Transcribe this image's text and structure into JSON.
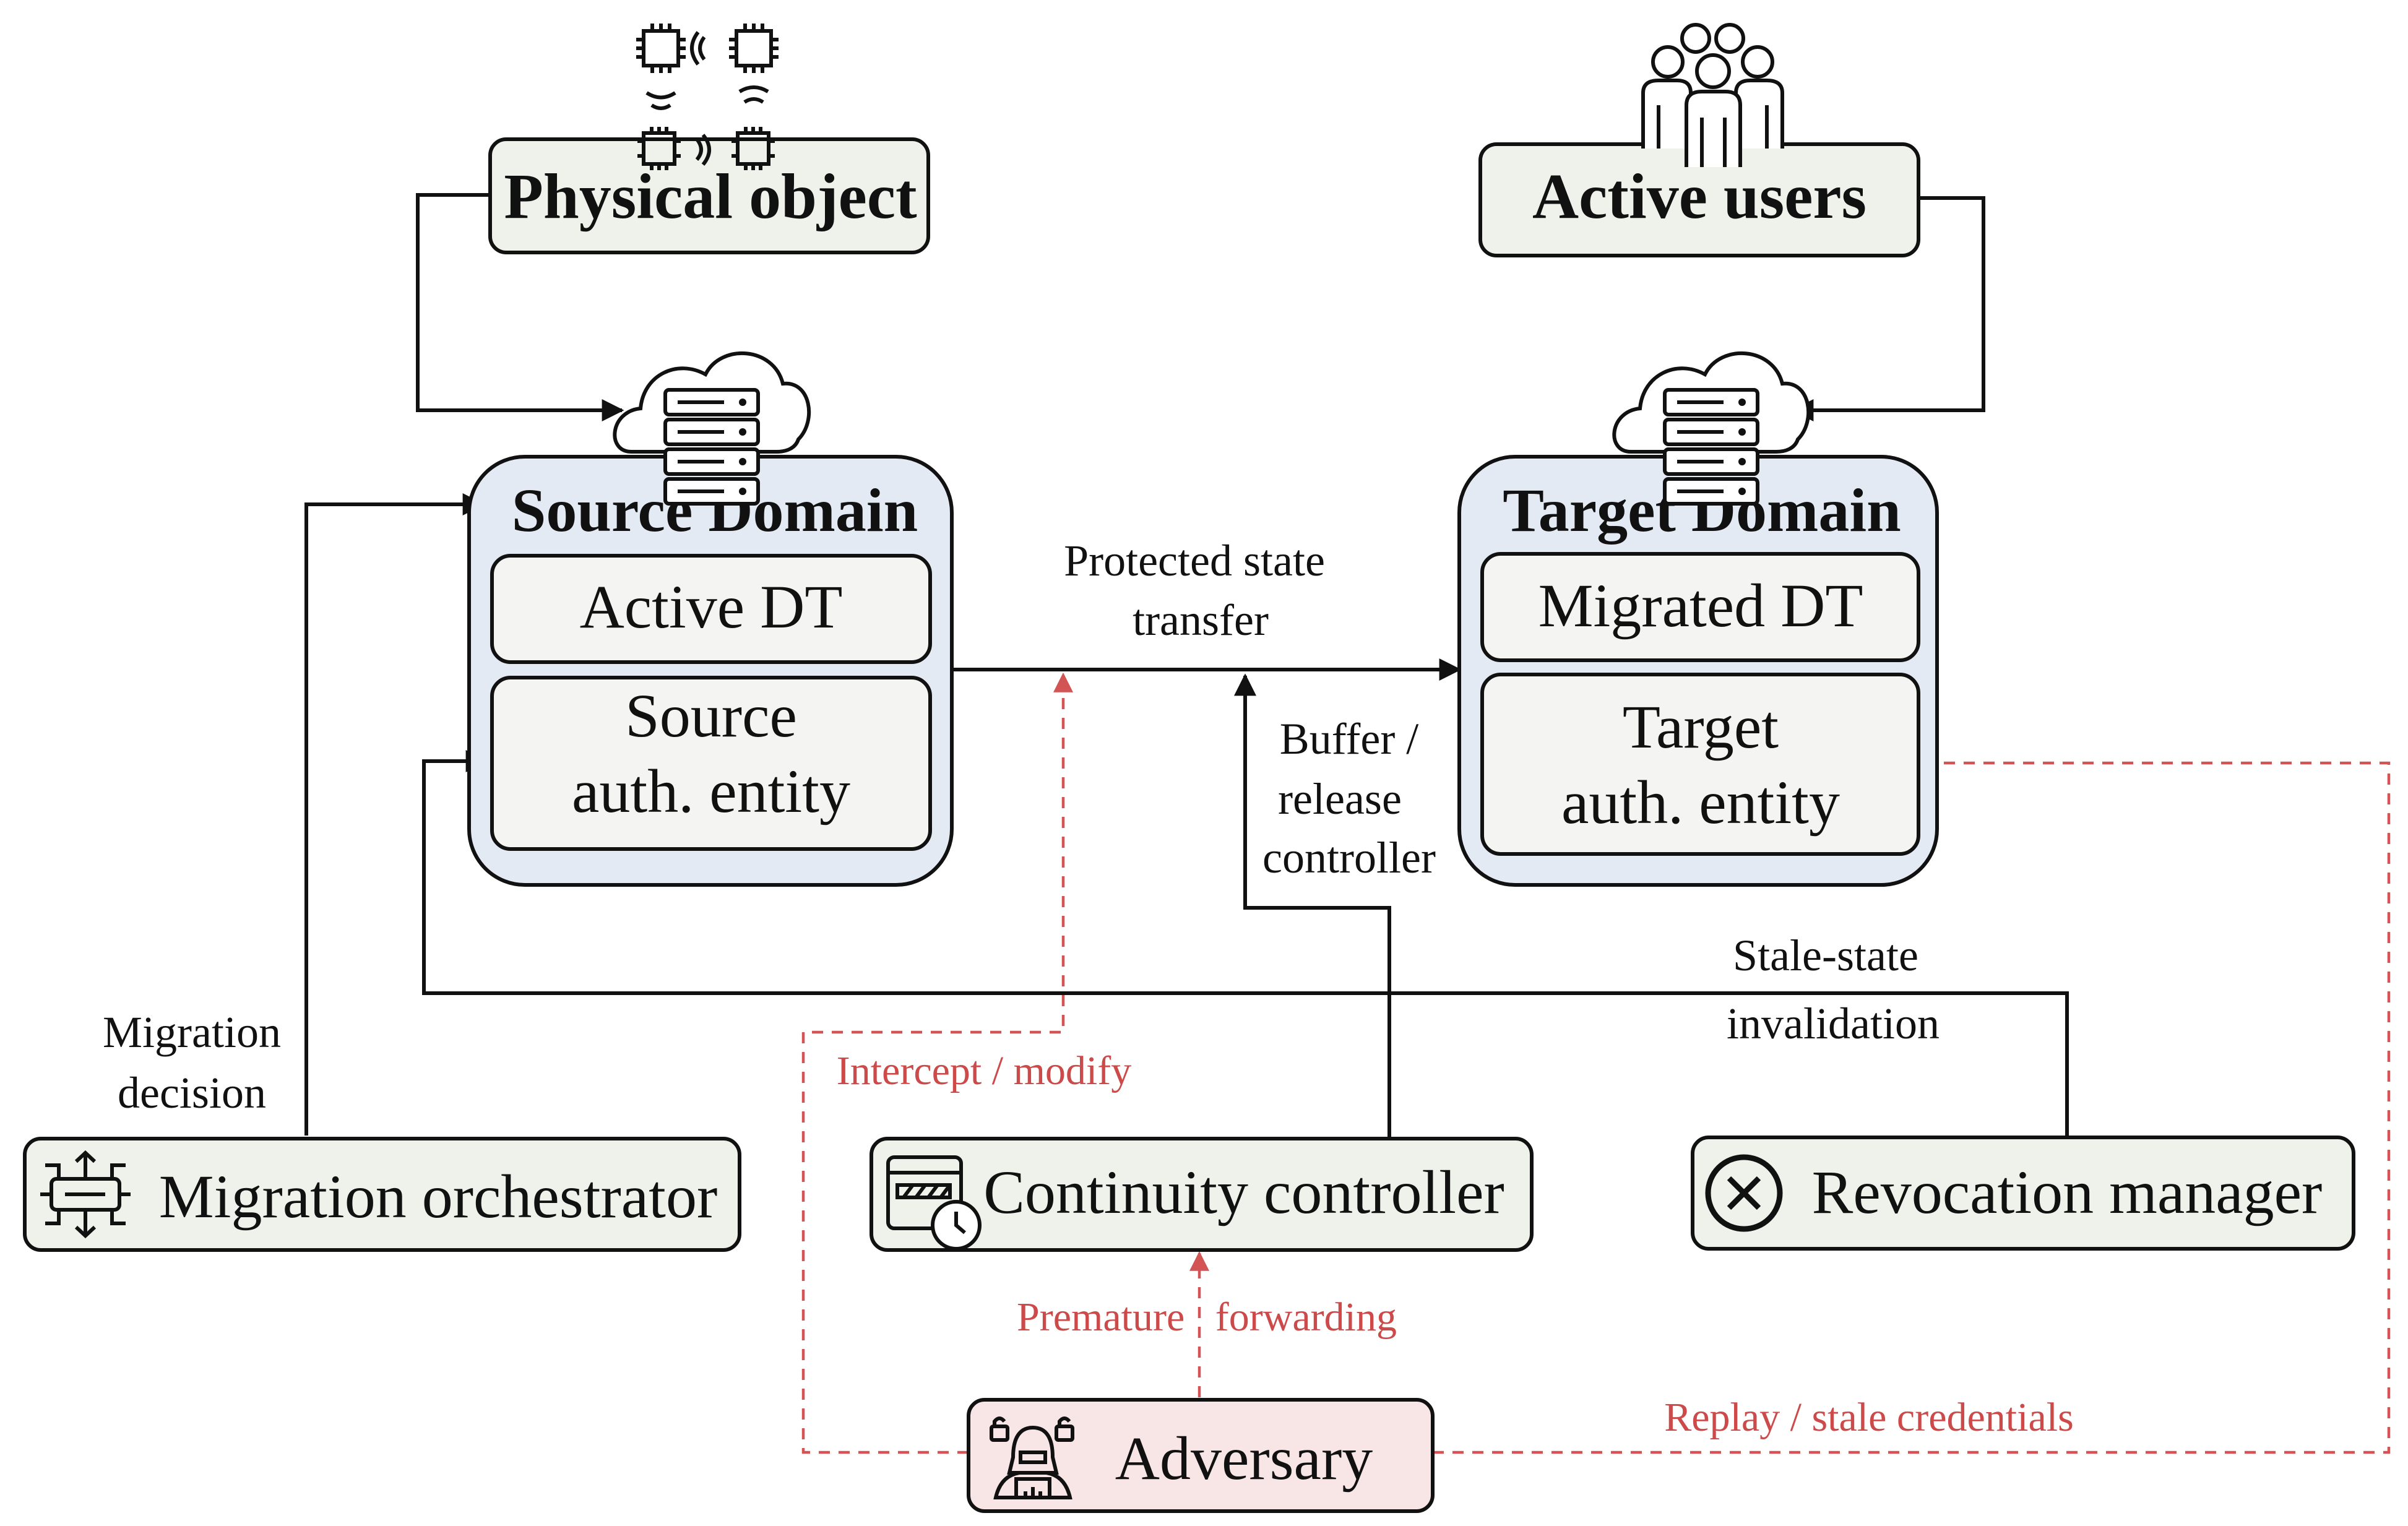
{
  "nodes": {
    "physical_object": "Physical object",
    "active_users": "Active users",
    "source_domain": "Source Domain",
    "target_domain": "Target Domain",
    "active_dt": "Active DT",
    "source_auth_line1": "Source",
    "source_auth_line2": "auth. entity",
    "migrated_dt": "Migrated DT",
    "target_auth_line1": "Target",
    "target_auth_line2": "auth. entity",
    "migration_orchestrator": "Migration orchestrator",
    "continuity_controller": "Continuity controller",
    "revocation_manager": "Revocation manager",
    "adversary": "Adversary"
  },
  "edge_labels": {
    "protected_line1": "Protected state",
    "protected_line2": "transfer",
    "buffer_line1": "Buffer /",
    "buffer_line2": "release",
    "buffer_line3": "controller",
    "migration_line1": "Migration",
    "migration_line2": "decision",
    "stale_line1": "Stale-state",
    "stale_line2": "invalidation"
  },
  "attack_labels": {
    "intercept": "Intercept / modify",
    "premature": "Premature   forwarding",
    "replay": "Replay / stale credentials"
  },
  "icons": [
    "chip-network-icon",
    "users-group-icon",
    "cloud-server-icon",
    "network-hub-icon",
    "window-clock-icon",
    "close-circle-icon",
    "hacker-icon"
  ],
  "colors": {
    "node_fill": "#eef2ea",
    "domain_fill": "#e4eaf3",
    "adversary_fill": "#f8e5e6",
    "attack_color": "#cc4a4a"
  }
}
